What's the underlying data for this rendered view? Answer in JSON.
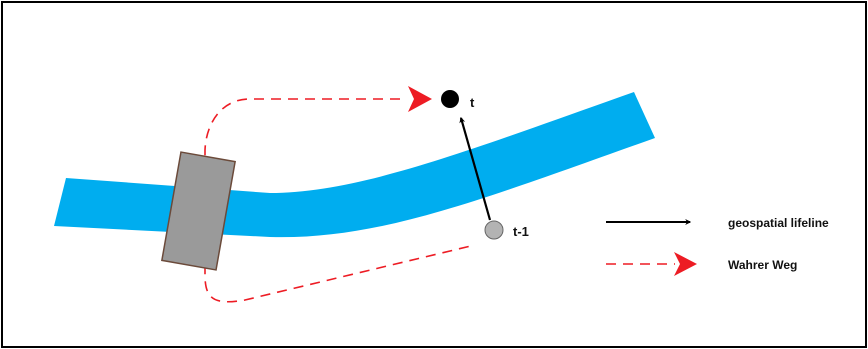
{
  "colors": {
    "river": "#00adef",
    "bridge_fill": "#9a9a9a",
    "bridge_stroke": "#6b4a3a",
    "true_path": "#ed1c24",
    "lifeline": "#000000",
    "point_current": "#000000",
    "point_previous": "#b3b3b3",
    "frame": "#000000"
  },
  "points": {
    "current": {
      "label": "t"
    },
    "previous": {
      "label": "t-1"
    }
  },
  "legend": {
    "lifeline_label": "geospatial lifeline",
    "true_path_label": "Wahrer Weg"
  }
}
